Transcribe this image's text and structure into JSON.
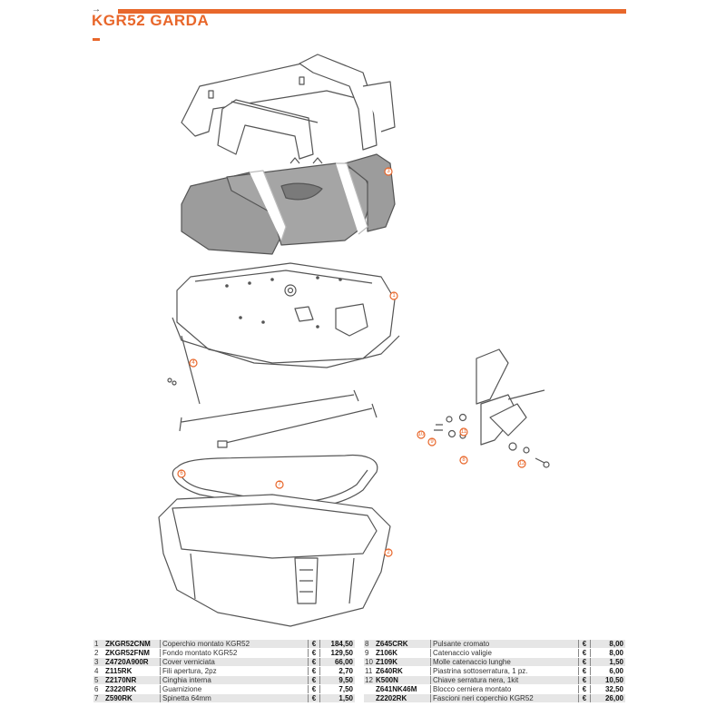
{
  "header": {
    "arrow": "→",
    "title": "KGR52 GARDA"
  },
  "callouts": [
    "3",
    "1",
    "4",
    "6",
    "7",
    "2",
    "10",
    "9",
    "11",
    "8",
    "12"
  ],
  "parts_left": [
    {
      "n": "1",
      "code": "ZKGR52CNM",
      "desc": "Coperchio montato KGR52",
      "cur": "€",
      "price": "184,50"
    },
    {
      "n": "2",
      "code": "ZKGR52FNM",
      "desc": "Fondo montato KGR52",
      "cur": "€",
      "price": "129,50"
    },
    {
      "n": "3",
      "code": "Z4720A900R",
      "desc": "Cover verniciata",
      "cur": "€",
      "price": "66,00"
    },
    {
      "n": "4",
      "code": "Z115RK",
      "desc": "Fili apertura, 2pz",
      "cur": "€",
      "price": "2,70"
    },
    {
      "n": "5",
      "code": "Z2170NR",
      "desc": "Cinghia interna",
      "cur": "€",
      "price": "9,50"
    },
    {
      "n": "6",
      "code": "Z3220RK",
      "desc": "Guarnizione",
      "cur": "€",
      "price": "7,50"
    },
    {
      "n": "7",
      "code": "Z590RK",
      "desc": "Spinetta 64mm",
      "cur": "€",
      "price": "1,50"
    }
  ],
  "parts_right": [
    {
      "n": "8",
      "code": "Z645CRK",
      "desc": "Pulsante cromato",
      "cur": "€",
      "price": "8,00"
    },
    {
      "n": "9",
      "code": "Z106K",
      "desc": "Catenaccio valigie",
      "cur": "€",
      "price": "8,00"
    },
    {
      "n": "10",
      "code": "Z109K",
      "desc": "Molle catenaccio lunghe",
      "cur": "€",
      "price": "1,50"
    },
    {
      "n": "11",
      "code": "Z640RK",
      "desc": "Piastrina sottoserratura, 1 pz.",
      "cur": "€",
      "price": "6,00"
    },
    {
      "n": "12",
      "code": "K500N",
      "desc": "Chiave serratura nera, 1kit",
      "cur": "€",
      "price": "10,50"
    },
    {
      "n": "",
      "code": "Z641NK46M",
      "desc": "Blocco cerniera montato",
      "cur": "€",
      "price": "32,50"
    },
    {
      "n": "",
      "code": "Z2202RK",
      "desc": "Fascioni neri coperchio KGR52",
      "cur": "€",
      "price": "26,00"
    }
  ],
  "colors": {
    "accent": "#e8672b",
    "row_shade": "#e6e6e6",
    "line": "#555555",
    "panel": "#9c9c9c"
  }
}
